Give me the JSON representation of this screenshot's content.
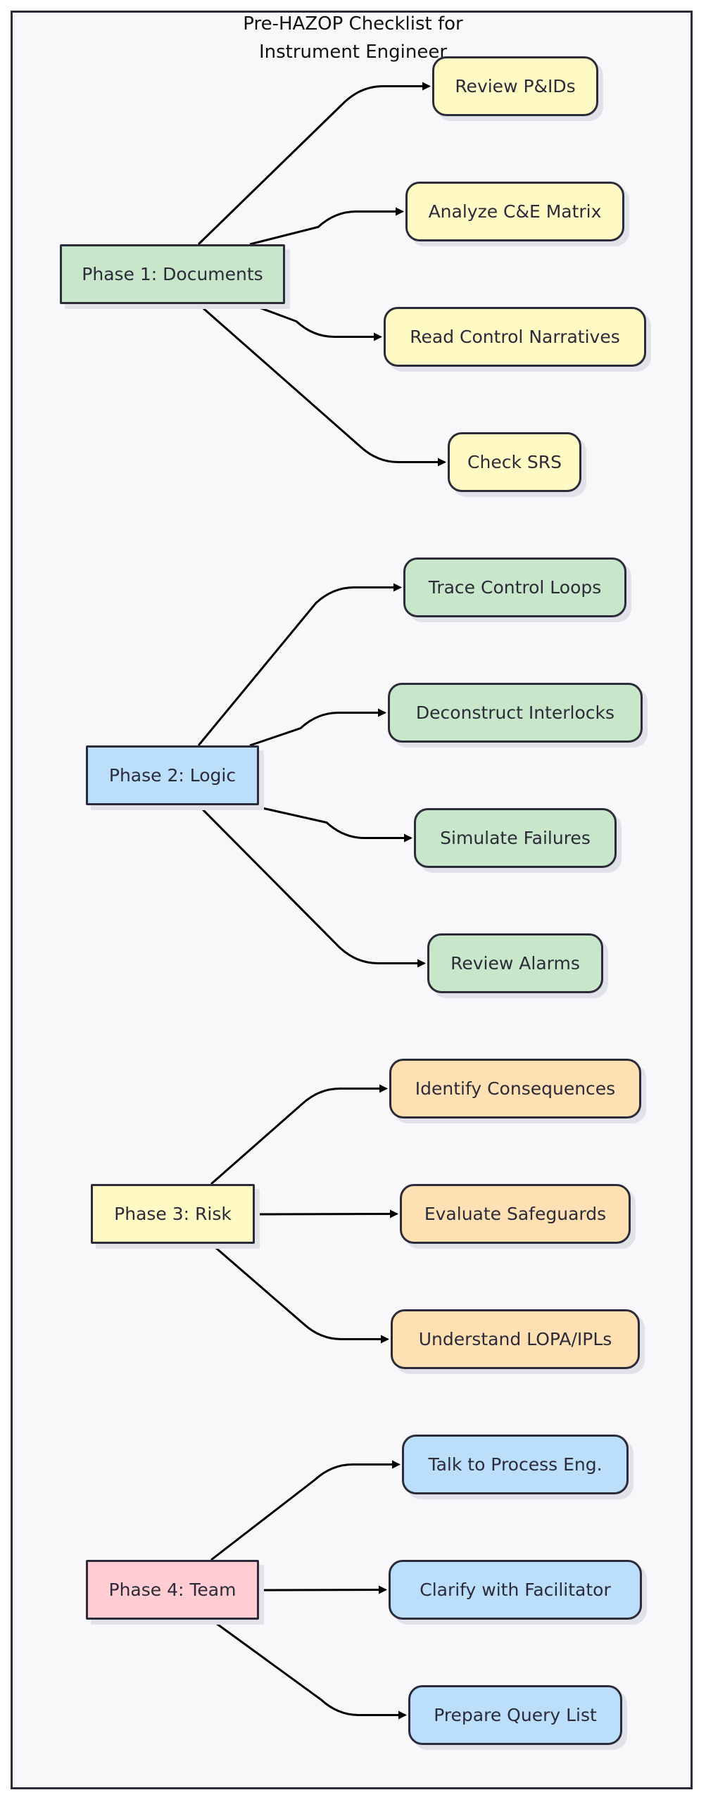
{
  "title": {
    "line1": "Pre-HAZOP Checklist for",
    "line2": "Instrument Engineer"
  },
  "colors": {
    "green": "#c8e6c9",
    "blue": "#bbdefb",
    "yellow": "#fff9c4",
    "pink": "#ffcdd2",
    "orange": "#ffe0b2",
    "stroke": "#2b2b3a"
  },
  "phases": [
    {
      "label": "Phase 1: Documents",
      "color": "#c8e6c9",
      "tasks": [
        {
          "label": "Review P&IDs",
          "color": "#fff9c4"
        },
        {
          "label": "Analyze C&E Matrix",
          "color": "#fff9c4"
        },
        {
          "label": "Read Control Narratives",
          "color": "#fff9c4"
        },
        {
          "label": "Check SRS",
          "color": "#fff9c4"
        }
      ]
    },
    {
      "label": "Phase 2: Logic",
      "color": "#bbdefb",
      "tasks": [
        {
          "label": "Trace Control Loops",
          "color": "#c8e6c9"
        },
        {
          "label": "Deconstruct Interlocks",
          "color": "#c8e6c9"
        },
        {
          "label": "Simulate Failures",
          "color": "#c8e6c9"
        },
        {
          "label": "Review Alarms",
          "color": "#c8e6c9"
        }
      ]
    },
    {
      "label": "Phase 3: Risk",
      "color": "#fff9c4",
      "tasks": [
        {
          "label": "Identify Consequences",
          "color": "#ffe0b2"
        },
        {
          "label": "Evaluate Safeguards",
          "color": "#ffe0b2"
        },
        {
          "label": "Understand LOPA/IPLs",
          "color": "#ffe0b2"
        }
      ]
    },
    {
      "label": "Phase 4: Team",
      "color": "#ffcdd2",
      "tasks": [
        {
          "label": "Talk to Process Eng.",
          "color": "#bbdefb"
        },
        {
          "label": "Clarify with Facilitator",
          "color": "#bbdefb"
        },
        {
          "label": "Prepare Query List",
          "color": "#bbdefb"
        }
      ]
    }
  ]
}
